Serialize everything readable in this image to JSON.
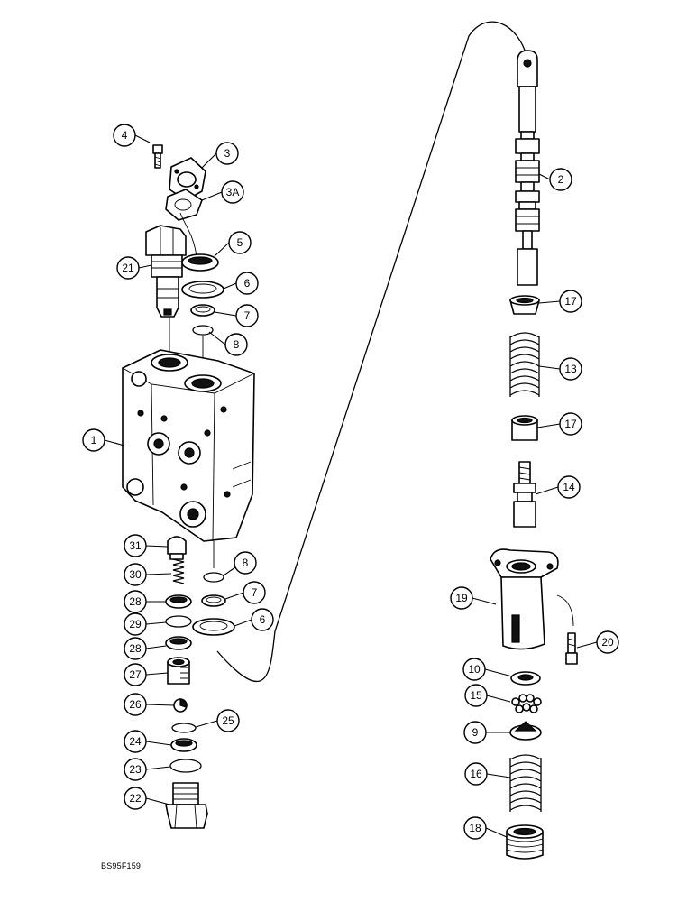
{
  "drawing": {
    "id": "BS95F159",
    "callouts": {
      "c1": "1",
      "c2": "2",
      "c3": "3",
      "c3a": "3A",
      "c4": "4",
      "c5": "5",
      "c6a": "6",
      "c6b": "6",
      "c7a": "7",
      "c7b": "7",
      "c8a": "8",
      "c8b": "8",
      "c9": "9",
      "c10": "10",
      "c13": "13",
      "c14": "14",
      "c15": "15",
      "c16": "16",
      "c17a": "17",
      "c17b": "17",
      "c18": "18",
      "c19": "19",
      "c20": "20",
      "c21": "21",
      "c22": "22",
      "c23": "23",
      "c24": "24",
      "c25": "25",
      "c26": "26",
      "c27": "27",
      "c28a": "28",
      "c28b": "28",
      "c29": "29",
      "c30": "30",
      "c31": "31"
    }
  }
}
